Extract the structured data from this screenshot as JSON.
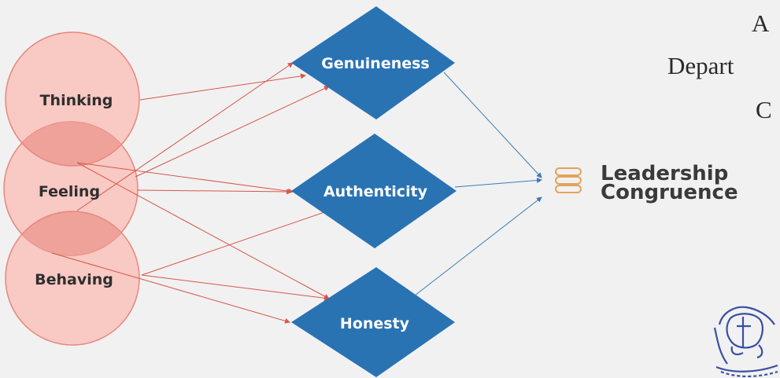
{
  "header": {
    "line1": "A",
    "line2": "Depart",
    "line3": "C"
  },
  "inputs": [
    "Thinking",
    "Feeling",
    "Behaving"
  ],
  "qualities": [
    "Genuineness",
    "Authenticity",
    "Honesty"
  ],
  "result": {
    "line1": "Leadership",
    "line2": "Congruence"
  },
  "icons": {
    "result_marker": "stacked-bars-icon",
    "emblem": "institution-emblem-icon"
  },
  "colors": {
    "circle_fill": "#f9c9c3",
    "circle_overlap": "#efa29a",
    "circle_stroke": "#e6897f",
    "diamond": "#2a73b3",
    "red_arrow": "#d6574a",
    "blue_arrow": "#3a7cb8",
    "result_icon": "#e3a25a"
  }
}
